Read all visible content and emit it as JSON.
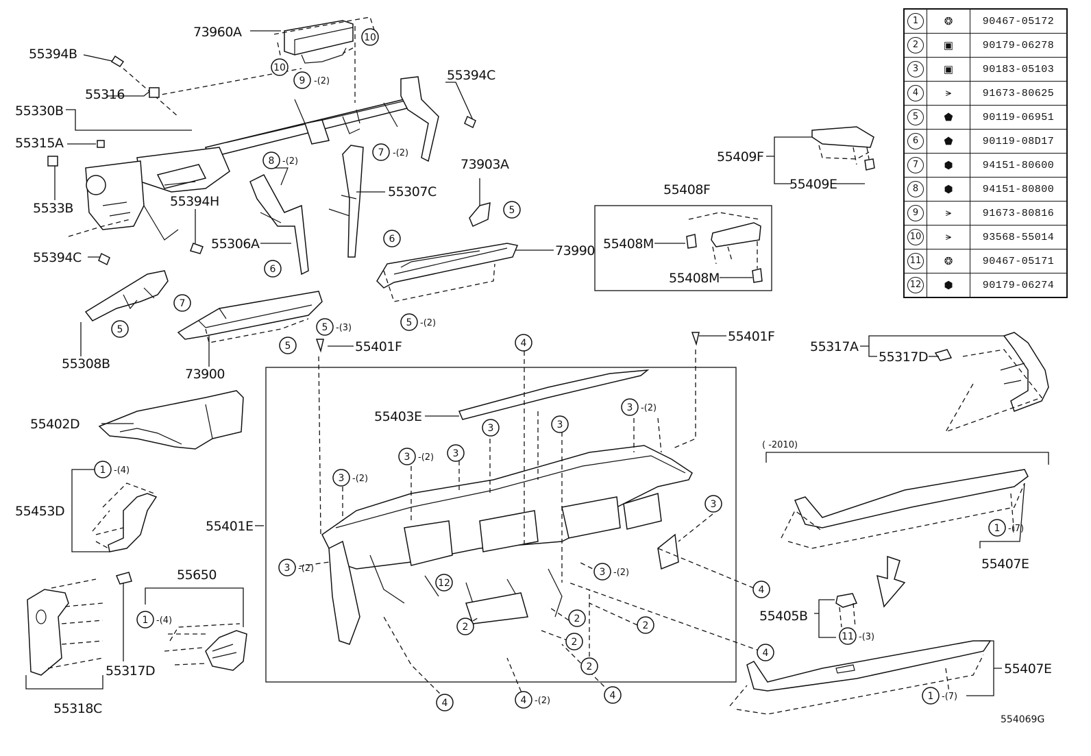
{
  "diagram": {
    "ref_table": [
      {
        "num": "1",
        "icon": "clip-icon",
        "part": "90467-05172"
      },
      {
        "num": "2",
        "icon": "nut-clip-icon",
        "part": "90179-06278"
      },
      {
        "num": "3",
        "icon": "nut-clip-icon",
        "part": "90183-05103"
      },
      {
        "num": "4",
        "icon": "screw-icon",
        "part": "91673-80625"
      },
      {
        "num": "5",
        "icon": "bolt-icon",
        "part": "90119-06951"
      },
      {
        "num": "6",
        "icon": "bolt-icon",
        "part": "90119-08D17"
      },
      {
        "num": "7",
        "icon": "nut-icon",
        "part": "94151-80600"
      },
      {
        "num": "8",
        "icon": "nut-icon",
        "part": "94151-80800"
      },
      {
        "num": "9",
        "icon": "screw-icon",
        "part": "91673-80816"
      },
      {
        "num": "10",
        "icon": "screw-icon",
        "part": "93568-55014"
      },
      {
        "num": "11",
        "icon": "clip-icon",
        "part": "90467-05171"
      },
      {
        "num": "12",
        "icon": "nut-icon",
        "part": "90179-06274"
      }
    ],
    "labels": {
      "p73960A": "73960A",
      "p55394B": "55394B",
      "p55316": "55316",
      "p55330B": "55330B",
      "p55315A": "55315A",
      "p5533B": "5533B",
      "p55394C_top": "55394C",
      "p55394H": "55394H",
      "p55394C_left": "55394C",
      "p55306A": "55306A",
      "p55307C": "55307C",
      "p73903A": "73903A",
      "p73990": "73990",
      "p55308B": "55308B",
      "p73900": "73900",
      "p55401F_left": "55401F",
      "p55401F_right": "55401F",
      "p55408F": "55408F",
      "p55408M_top": "55408M",
      "p55408M_bottom": "55408M",
      "p55409F": "55409F",
      "p55409E": "55409E",
      "p55317A": "55317A",
      "p55317D_top": "55317D",
      "p55402D": "55402D",
      "p55403E": "55403E",
      "p55453D": "55453D",
      "p55401E": "55401E",
      "p55650": "55650",
      "p55317D_bottom": "55317D",
      "p55318C": "55318C",
      "p55407E_top": "55407E",
      "p55405B": "55405B",
      "p55407E_bottom": "55407E",
      "year_range": "(      -2010)",
      "diagram_id": "554069G"
    },
    "callouts": {
      "c10a": "10",
      "c10b": "10",
      "c9": "9",
      "q9": "-(2)",
      "c7a": "7",
      "q7a": "-(2)",
      "c8": "8",
      "q8": "-(2)",
      "c5a": "5",
      "c6a": "6",
      "c6b": "6",
      "c7b": "7",
      "c5b": "5",
      "c5c": "5",
      "c5d": "5",
      "q5d": "-(3)",
      "c5e": "5",
      "q5e": "-(2)",
      "c4top": "4",
      "c3a": "3",
      "q3a": "-(2)",
      "c3b": "3",
      "c3c": "3",
      "q3c": "-(2)",
      "c3d": "3",
      "c3e": "3",
      "c3f": "3",
      "q3f": "-(2)",
      "c3g": "3",
      "c3h": "3",
      "q3h": "-(2)",
      "c3i": "3",
      "q3i": "-(2)",
      "c12": "12",
      "c2a": "2",
      "c2b": "2",
      "c2c": "2",
      "c2d": "2",
      "c2e": "2",
      "c4a": "4",
      "c4b": "4",
      "q4b": "-(2)",
      "c4c": "4",
      "c4d": "4",
      "c4e": "4",
      "c1a": "1",
      "q1a": "-(4)",
      "c1b": "1",
      "q1b": "-(4)",
      "c1c": "1",
      "q1c": "-(7)",
      "c1d": "1",
      "q1d": "-(7)",
      "c11": "11",
      "q11": "-(3)"
    }
  }
}
